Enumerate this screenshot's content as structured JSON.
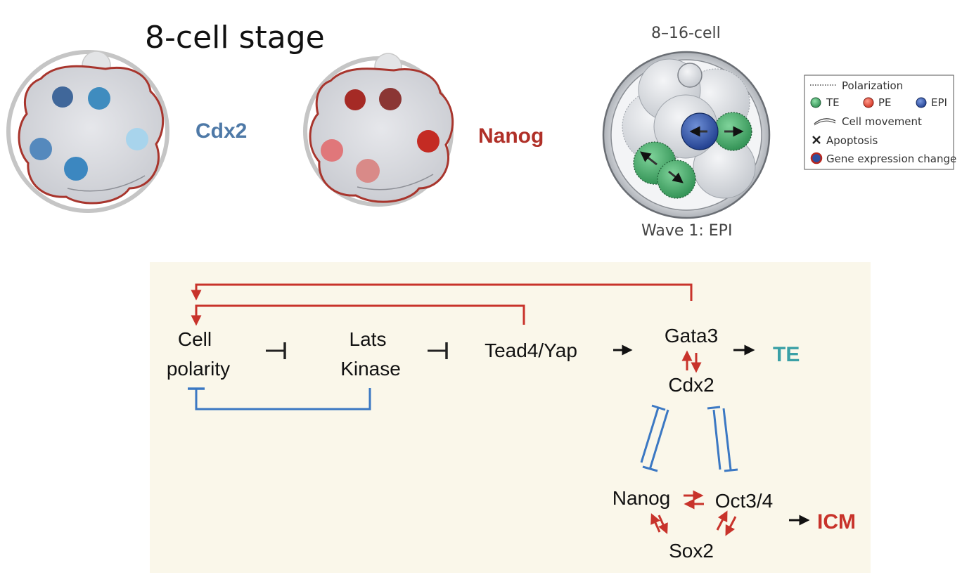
{
  "title": "8-cell stage",
  "embryo_left": {
    "gene": "Cdx2"
  },
  "embryo_middle": {
    "gene": "Nanog"
  },
  "embryo_right": {
    "stage": "8–16-cell",
    "wave": "Wave 1: EPI"
  },
  "legend": {
    "polarization": "Polarization",
    "te": "TE",
    "pe": "PE",
    "epi": "EPI",
    "cell_movement": "Cell movement",
    "apoptosis": "Apoptosis",
    "gene_expression_change": "Gene expression change"
  },
  "network": {
    "cell_line1": "Cell",
    "cell_line2": "polarity",
    "lats_line1": "Lats",
    "lats_line2": "Kinase",
    "tead4": "Tead4/Yap",
    "gata3": "Gata3",
    "cdx2": "Cdx2",
    "te": "TE",
    "nanog": "Nanog",
    "oct": "Oct3/4",
    "sox2": "Sox2",
    "icm": "ICM"
  },
  "colors": {
    "cdx2_blue": "#4e79a7",
    "nanog_red": "#b03028",
    "te_green": "#3f9e63",
    "epi_blue": "#2d4fa0",
    "panel_bg": "#faf7ea",
    "arrow_red": "#c8332b",
    "inhibit_blue": "#3b78c3",
    "te_teal": "#3aa0a6"
  }
}
